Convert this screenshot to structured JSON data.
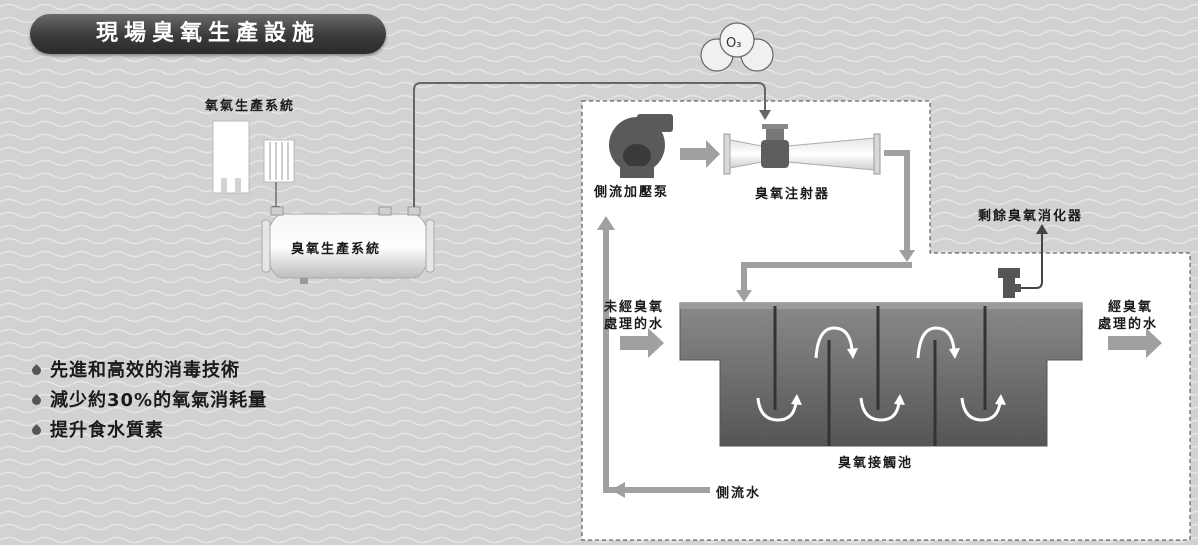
{
  "title": "現場臭氧生產設施",
  "labels": {
    "oxygen_system": "氧氣生產系統",
    "ozone_generator": "臭氧生產系統",
    "ozone_molecule": "O₃",
    "sidestream_pump": "側流加壓泵",
    "ozone_injector": "臭氧注射器",
    "residual_destructor": "剩餘臭氧消化器",
    "untreated_water_line1": "未經臭氧",
    "untreated_water_line2": "處理的水",
    "treated_water_line1": "經臭氧",
    "treated_water_line2": "處理的水",
    "contact_tank": "臭氧接觸池",
    "sidestream_water": "側流水"
  },
  "bullets": [
    "先進和高效的消毒技術",
    "減少約30%的氧氣消耗量",
    "提升食水質素"
  ],
  "colors": {
    "background": "#d2d2d2",
    "panel": "#ffffff",
    "tank": "#6e6e6e",
    "arrow": "#a0a0a0",
    "title_pill": "#3a3a3a"
  }
}
